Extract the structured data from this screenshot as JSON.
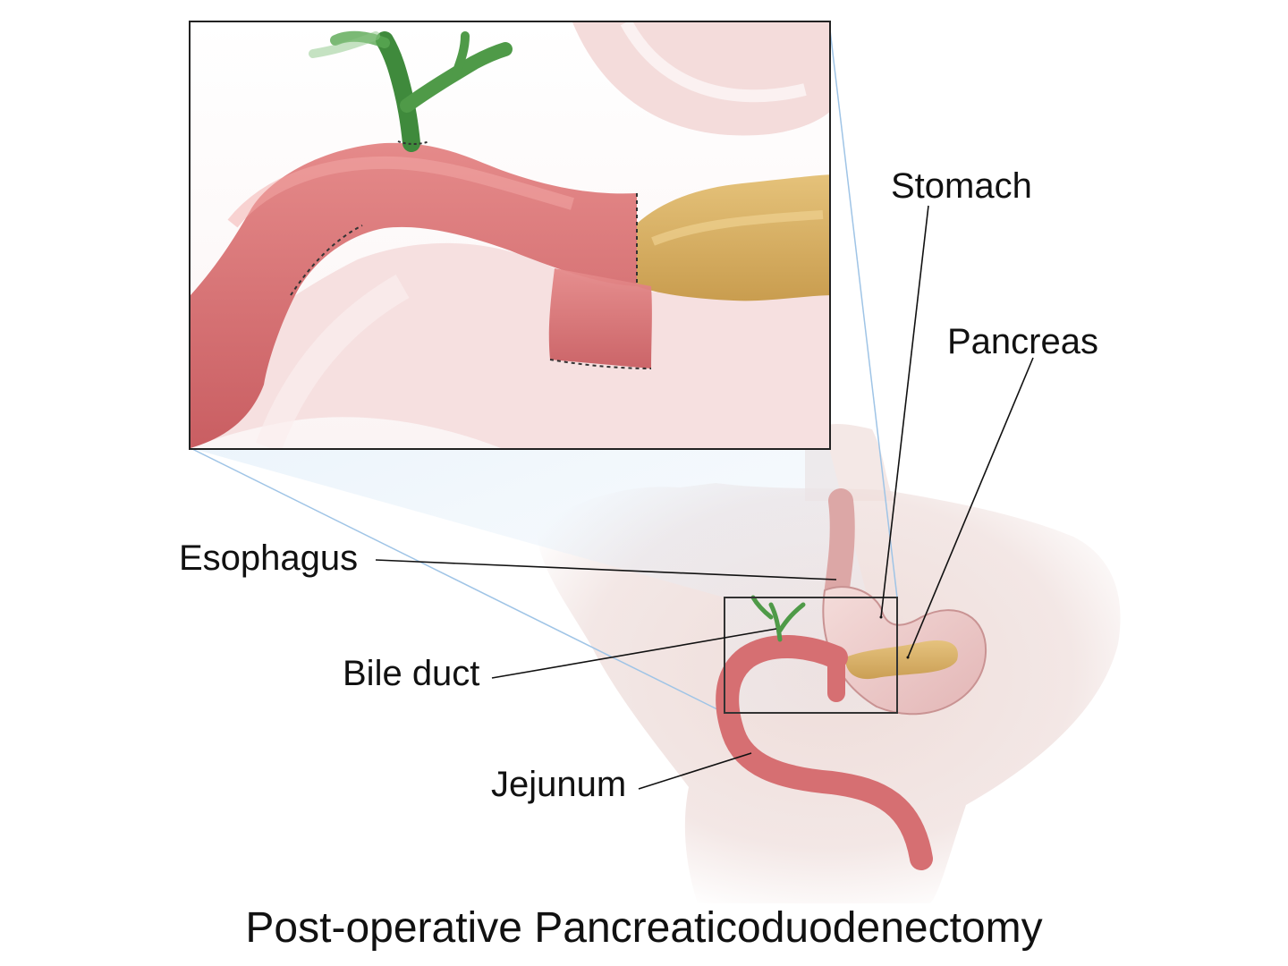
{
  "title": "Post-operative Pancreaticoduodenectomy",
  "labels": {
    "stomach": "Stomach",
    "pancreas": "Pancreas",
    "esophagus": "Esophagus",
    "bile_duct": "Bile duct",
    "jejunum": "Jejunum"
  },
  "colors": {
    "intestine": "#d96f72",
    "pancreas": "#d9b56a",
    "bile_duct": "#4f9a48",
    "stomach": "#e9c4c4",
    "body": "#e8d2d2",
    "callout": "#cfe4f5"
  }
}
